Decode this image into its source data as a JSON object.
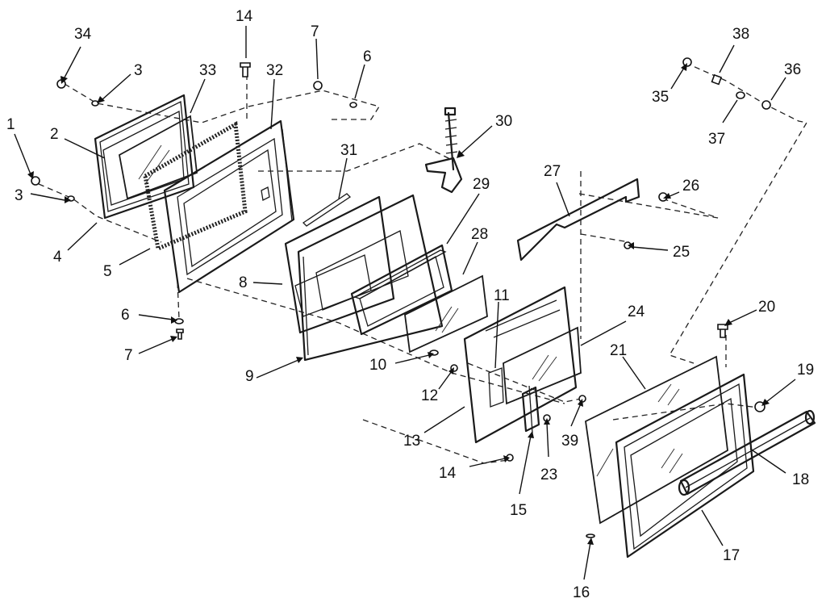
{
  "callouts": [
    {
      "id": "c34",
      "text": "34"
    },
    {
      "id": "c3a",
      "text": "3"
    },
    {
      "id": "c33",
      "text": "33"
    },
    {
      "id": "c14a",
      "text": "14"
    },
    {
      "id": "c32",
      "text": "32"
    },
    {
      "id": "c7a",
      "text": "7"
    },
    {
      "id": "c6a",
      "text": "6"
    },
    {
      "id": "c30",
      "text": "30"
    },
    {
      "id": "c38",
      "text": "38"
    },
    {
      "id": "c36",
      "text": "36"
    },
    {
      "id": "c35",
      "text": "35"
    },
    {
      "id": "c37",
      "text": "37"
    },
    {
      "id": "c1",
      "text": "1"
    },
    {
      "id": "c2",
      "text": "2"
    },
    {
      "id": "c31",
      "text": "31"
    },
    {
      "id": "c29",
      "text": "29"
    },
    {
      "id": "c27",
      "text": "27"
    },
    {
      "id": "c26",
      "text": "26"
    },
    {
      "id": "c3b",
      "text": "3"
    },
    {
      "id": "c4",
      "text": "4"
    },
    {
      "id": "c5",
      "text": "5"
    },
    {
      "id": "c28",
      "text": "28"
    },
    {
      "id": "c25",
      "text": "25"
    },
    {
      "id": "c8",
      "text": "8"
    },
    {
      "id": "c11",
      "text": "11"
    },
    {
      "id": "c24",
      "text": "24"
    },
    {
      "id": "c6b",
      "text": "6"
    },
    {
      "id": "c20",
      "text": "20"
    },
    {
      "id": "c7b",
      "text": "7"
    },
    {
      "id": "c21",
      "text": "21"
    },
    {
      "id": "c10",
      "text": "10"
    },
    {
      "id": "c9",
      "text": "9"
    },
    {
      "id": "c19",
      "text": "19"
    },
    {
      "id": "c12",
      "text": "12"
    },
    {
      "id": "c39",
      "text": "39"
    },
    {
      "id": "c13",
      "text": "13"
    },
    {
      "id": "c14b",
      "text": "14"
    },
    {
      "id": "c23",
      "text": "23"
    },
    {
      "id": "c18",
      "text": "18"
    },
    {
      "id": "c15",
      "text": "15"
    },
    {
      "id": "c17",
      "text": "17"
    },
    {
      "id": "c16",
      "text": "16"
    }
  ]
}
